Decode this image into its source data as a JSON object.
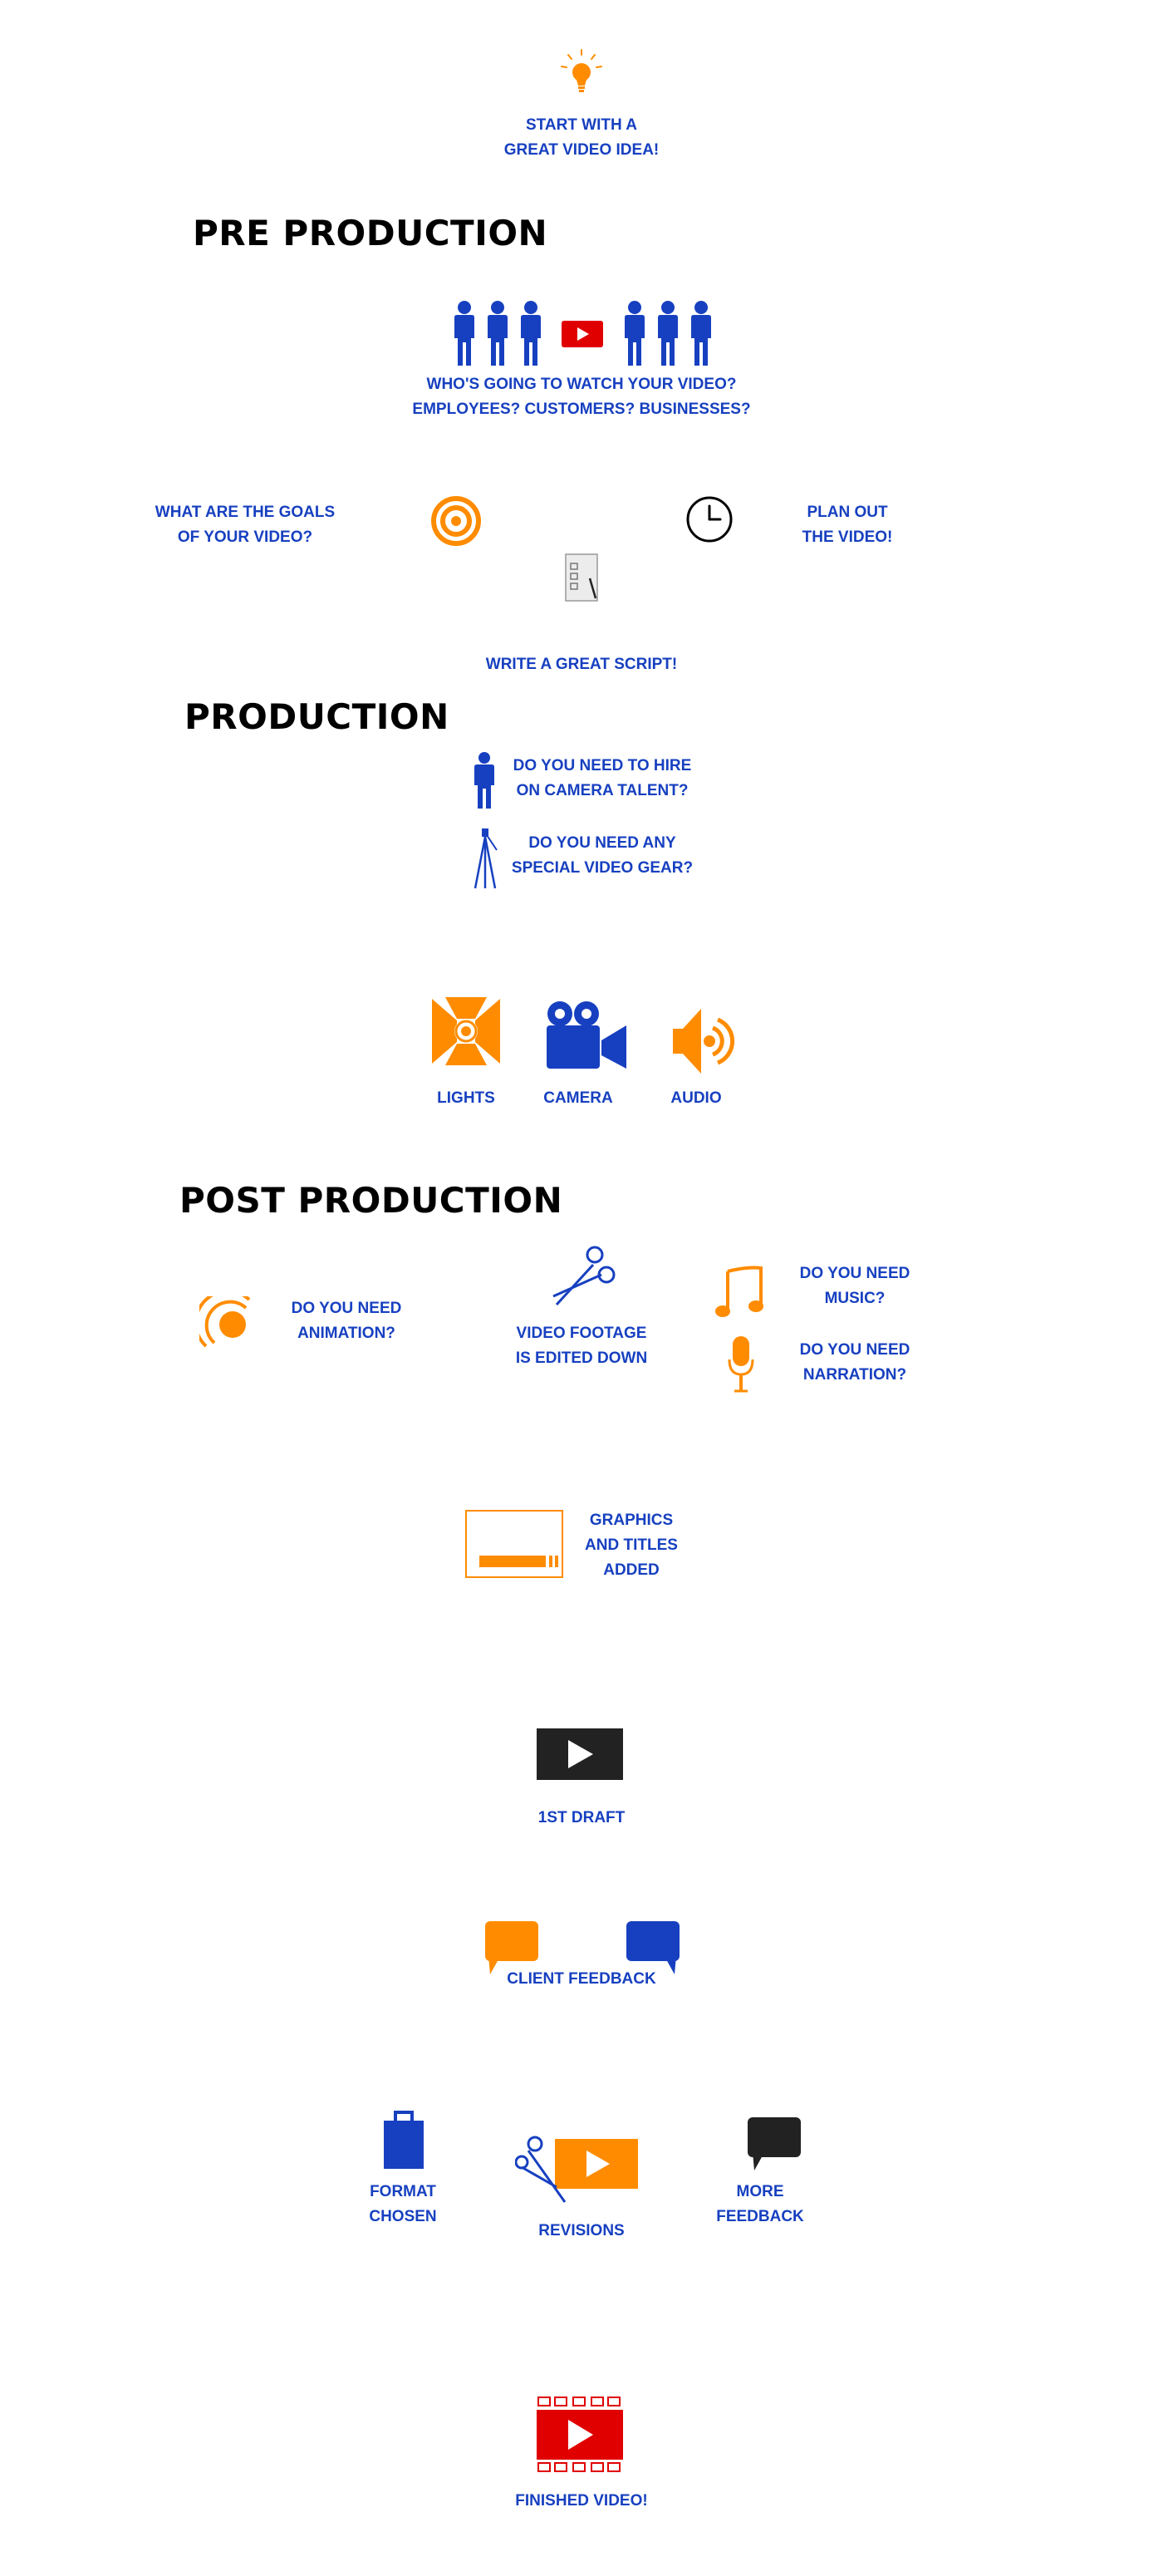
{
  "colors": {
    "blue": "#1740c0",
    "orange": "#ff8c00",
    "red": "#e00000",
    "dark": "#222222",
    "black": "#000000"
  },
  "intro": {
    "icon": "lightbulb-icon",
    "label": "START WITH A\nGREAT VIDEO IDEA!"
  },
  "pre_production": {
    "heading": "PRE PRODUCTION",
    "audience_label": "WHO'S GOING TO WATCH YOUR VIDEO?\nEMPLOYEES? CUSTOMERS? BUSINESSES?",
    "goals_label": "WHAT ARE THE GOALS\nOF YOUR VIDEO?",
    "plan_label": "PLAN OUT\nTHE VIDEO!",
    "script_label": "WRITE A GREAT SCRIPT!"
  },
  "production": {
    "heading": "PRODUCTION",
    "talent_label": "DO YOU NEED TO HIRE\nON CAMERA TALENT?",
    "gear_label": "DO YOU NEED ANY\nSPECIAL VIDEO GEAR?",
    "lights_label": "LIGHTS",
    "camera_label": "CAMERA",
    "audio_label": "AUDIO"
  },
  "post_production": {
    "heading": "POST PRODUCTION",
    "animation_label": "DO YOU NEED\nANIMATION?",
    "edit_label": "VIDEO FOOTAGE\nIS EDITED DOWN",
    "music_label": "DO YOU NEED\nMUSIC?",
    "narration_label": "DO YOU NEED\nNARRATION?",
    "graphics_label": "GRAPHICS\nAND TITLES\nADDED"
  },
  "review": {
    "draft_label": "1ST DRAFT",
    "feedback_label": "CLIENT FEEDBACK",
    "format_label": "FORMAT\nCHOSEN",
    "revisions_label": "REVISIONS",
    "more_feedback_label": "MORE\nFEEDBACK",
    "finished_label": "FINISHED VIDEO!"
  }
}
